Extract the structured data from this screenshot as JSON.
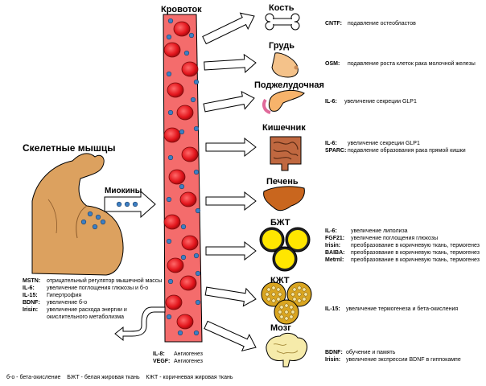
{
  "bloodstream": {
    "title": "Кровоток"
  },
  "muscle": {
    "title": "Скелетные мышцы",
    "myokines_label": "Миокины"
  },
  "organs": [
    {
      "id": "bone",
      "label": "Кость",
      "effects": [
        {
          "key": "CNTF:",
          "text": "подавление остеобластов"
        }
      ]
    },
    {
      "id": "breast",
      "label": "Грудь",
      "effects": [
        {
          "key": "OSM:",
          "text": "подавление роста клеток рака молочной железы"
        }
      ]
    },
    {
      "id": "pancreas",
      "label": "Поджелудочная",
      "effects": [
        {
          "key": "IL-6:",
          "text": "увеличение секреции GLP1"
        }
      ]
    },
    {
      "id": "intestine",
      "label": "Кишечник",
      "effects": [
        {
          "key": "IL-6:",
          "text": "увеличение секреции GLP1"
        },
        {
          "key": "SPARC:",
          "text": "подавление образования рака прямой кишки"
        }
      ]
    },
    {
      "id": "liver",
      "label": "Печень",
      "effects": []
    },
    {
      "id": "wat",
      "label": "БЖТ",
      "effects": [
        {
          "key": "IL-6:",
          "text": "увеличение липолиза"
        },
        {
          "key": "FGF21:",
          "text": "увеличение поглощения глюкозы"
        },
        {
          "key": "Irisin:",
          "text": "преобразование в коричневую ткань, термогенез"
        },
        {
          "key": "BAIBA:",
          "text": "преобразование в коричневую ткань, термогенез"
        },
        {
          "key": "Metrnl:",
          "text": "преобразование в коричневую ткань, термогенез"
        }
      ]
    },
    {
      "id": "bat",
      "label": "КЖТ",
      "effects": [
        {
          "key": "IL-15:",
          "text": "увеличение термогенеза и бета-окисления"
        }
      ]
    },
    {
      "id": "brain",
      "label": "Мозг",
      "effects": [
        {
          "key": "BDNF:",
          "text": "обучение и память"
        },
        {
          "key": "Irisin:",
          "text": "увеличение экспрессии BDNF в гиппокампе"
        }
      ]
    }
  ],
  "muscle_effects": [
    {
      "key": "MSTN:",
      "text": "отрицательный регулятор мышечной массы"
    },
    {
      "key": "IL-6:",
      "text": "увеличение поглощения глюкозы и б-о"
    },
    {
      "key": "IL-15:",
      "text": "Гипертрофия"
    },
    {
      "key": "BDNF:",
      "text": "увеличение б-о"
    },
    {
      "key": "Irisin:",
      "text": "увеличение расхода энергии и"
    },
    {
      "key": "",
      "text": "окислительного метаболизма"
    }
  ],
  "vessel_effects": [
    {
      "key": "IL-8:",
      "text": "Ангиогенез"
    },
    {
      "key": "VEGF:",
      "text": "Ангиогенез"
    }
  ],
  "footnote": "б-о - бета-окисление    БЖТ - белая жировая ткань    КЖТ - коричневая жировая ткань",
  "colors": {
    "vessel": "#f26b6b",
    "rbc": "#e8242b",
    "dot": "#3d7fc4",
    "skin": "#d9a25e",
    "fat_white": "#ffe600",
    "fat_brown": "#d9a520",
    "liver": "#c8641e",
    "brain": "#f5e9a6",
    "intestine": "#a0522d"
  }
}
